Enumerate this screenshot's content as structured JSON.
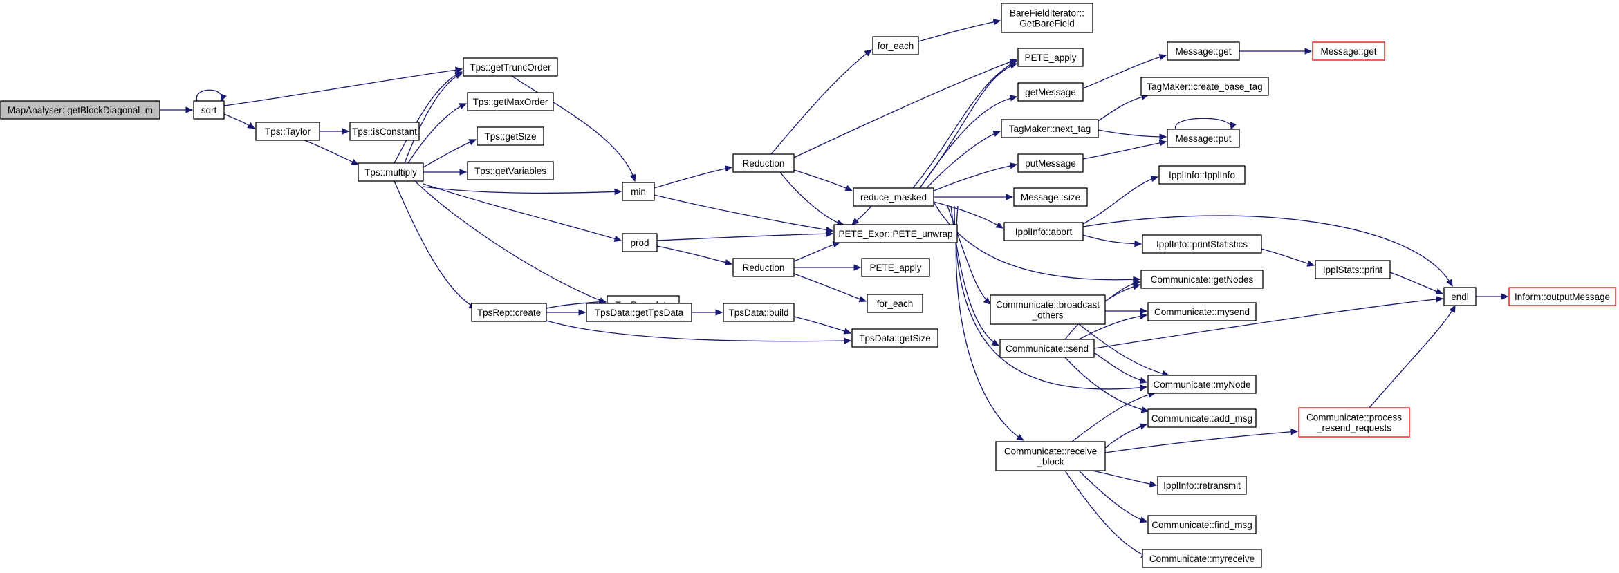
{
  "nodes": {
    "root": [
      "MapAnalyser::getBlockDiagonal_m"
    ],
    "sqrt": [
      "sqrt"
    ],
    "taylor": [
      "Tps::Taylor"
    ],
    "isConstant": [
      "Tps::isConstant"
    ],
    "getTruncOrder": [
      "Tps::getTruncOrder"
    ],
    "getMaxOrder": [
      "Tps::getMaxOrder"
    ],
    "getSize": [
      "Tps::getSize"
    ],
    "getVariables": [
      "Tps::getVariables"
    ],
    "multiply": [
      "Tps::multiply"
    ],
    "tpsRepData": [
      "TpsRep::data"
    ],
    "tpsRepCreate": [
      "TpsRep::create"
    ],
    "getTpsData": [
      "TpsData::getTpsData"
    ],
    "tpsDataBuild": [
      "TpsData::build"
    ],
    "tpsDataGetSize": [
      "TpsData::getSize"
    ],
    "min": [
      "min"
    ],
    "prod": [
      "prod"
    ],
    "reduction1": [
      "Reduction"
    ],
    "reduction2": [
      "Reduction"
    ],
    "peteUnwrap": [
      "PETE_Expr::PETE_unwrap"
    ],
    "peteApply2": [
      "PETE_apply"
    ],
    "forEach2": [
      "for_each"
    ],
    "forEach1": [
      "for_each"
    ],
    "bareField": [
      "BareFieldIterator::",
      "GetBareField"
    ],
    "peteApply1": [
      "PETE_apply"
    ],
    "reduceMasked": [
      "reduce_masked"
    ],
    "getMessage": [
      "getMessage"
    ],
    "messageGet": [
      "Message::get"
    ],
    "messageGetRed": [
      "Message::get"
    ],
    "createBaseTag": [
      "TagMaker::create_base_tag"
    ],
    "nextTag": [
      "TagMaker::next_tag"
    ],
    "messagePut": [
      "Message::put"
    ],
    "putMessage": [
      "putMessage"
    ],
    "messageSize": [
      "Message::size"
    ],
    "ipplInfoCtor": [
      "IpplInfo::IpplInfo"
    ],
    "ipplAbort": [
      "IpplInfo::abort"
    ],
    "printStatistics": [
      "IpplInfo::printStatistics"
    ],
    "ipplStatsPrint": [
      "IpplStats::print"
    ],
    "endl": [
      "endl"
    ],
    "outputMessage": [
      "Inform::outputMessage"
    ],
    "getNodes": [
      "Communicate::getNodes"
    ],
    "broadcastOthers": [
      "Communicate::broadcast",
      "_others"
    ],
    "mysend": [
      "Communicate::mysend"
    ],
    "send": [
      "Communicate::send"
    ],
    "myNode": [
      "Communicate::myNode"
    ],
    "addMsg": [
      "Communicate::add_msg"
    ],
    "processResend": [
      "Communicate::process",
      "_resend_requests"
    ],
    "receiveBlock": [
      "Communicate::receive",
      "_block"
    ],
    "retransmit": [
      "IpplInfo::retransmit"
    ],
    "findMsg": [
      "Communicate::find_msg"
    ],
    "myreceive": [
      "Communicate::myreceive"
    ]
  },
  "colors": {
    "edge": "#191970",
    "root_fill": "#bfbfbf",
    "border": "#000000",
    "truncated_border": "#ff0000"
  }
}
